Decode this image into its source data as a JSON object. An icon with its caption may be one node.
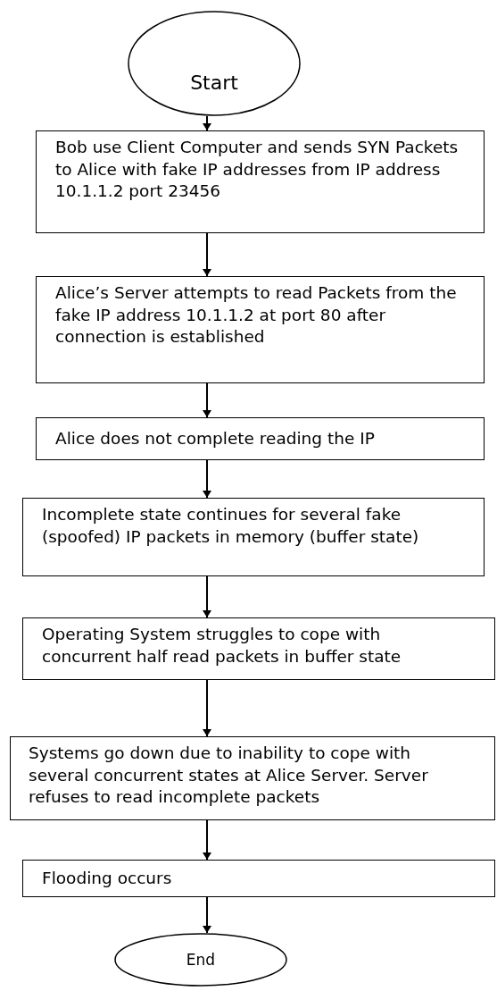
{
  "diagram": {
    "nodes": [
      {
        "text": [
          "Start"
        ]
      },
      {
        "text": [
          "Bob use Client Computer and sends SYN Packets to Alice with fake IP addresses from IP address 10.1.1.2 port 23456"
        ]
      },
      {
        "text": [
          "Alice’s Server attempts to read Packets from the fake IP address 10.1.1.2 at port 80 after connection is established"
        ]
      },
      {
        "text": [
          "Alice does not complete reading the IP"
        ]
      },
      {
        "text": [
          "Incomplete state continues for several fake (spoofed) IP packets in memory (buffer state)"
        ]
      },
      {
        "text": [
          "Operating System struggles to cope with concurrent half read packets in buffer state"
        ]
      },
      {
        "text": [
          "Systems go down due to inability to cope with several concurrent states at Alice Server. Server refuses to read incomplete packets"
        ]
      },
      {
        "text": [
          "Flooding occurs"
        ]
      },
      {
        "text": [
          "End"
        ]
      }
    ],
    "edges": [
      {
        "from": 0,
        "to": 1,
        "arrow": "to"
      },
      {
        "from": 1,
        "to": 2,
        "arrow": "to"
      },
      {
        "from": 2,
        "to": 3,
        "arrow": "to"
      },
      {
        "from": 3,
        "to": 4,
        "arrow": "to"
      },
      {
        "from": 4,
        "to": 5,
        "arrow": "to"
      },
      {
        "from": 5,
        "to": 6,
        "arrow": "to"
      },
      {
        "from": 6,
        "to": 7,
        "arrow": "to"
      },
      {
        "from": 7,
        "to": 8,
        "arrow": "to"
      }
    ]
  }
}
